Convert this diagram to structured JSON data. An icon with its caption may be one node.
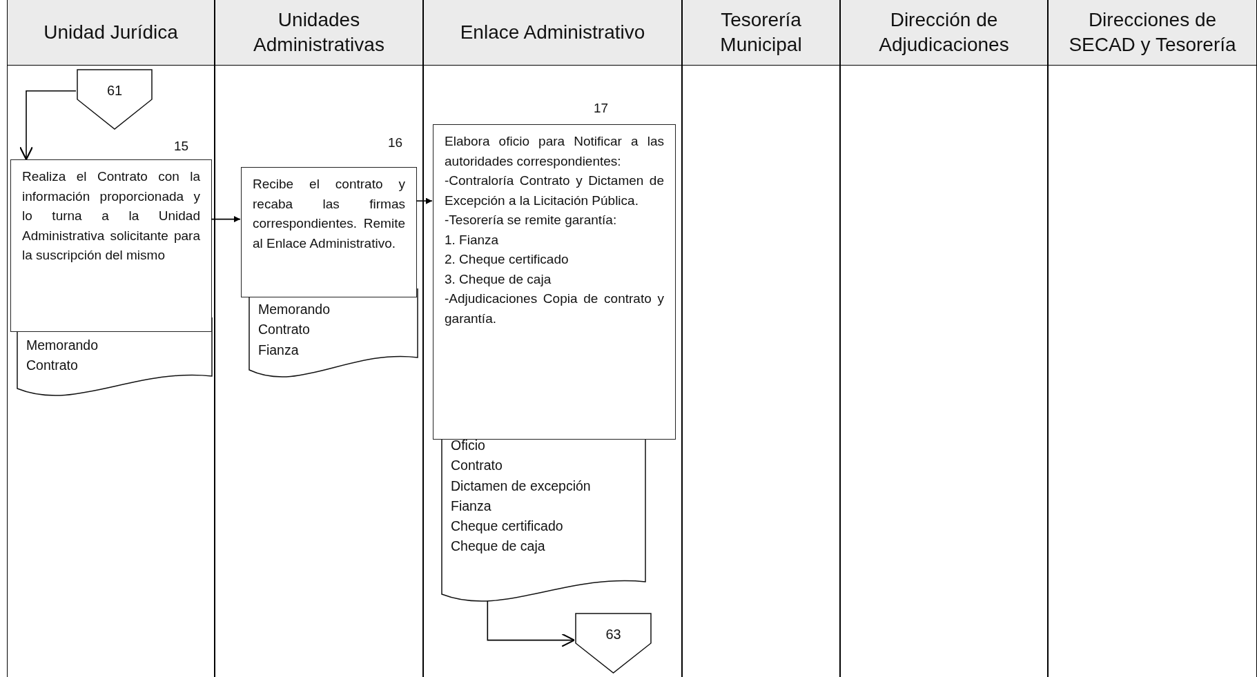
{
  "diagram": {
    "nodes": [
      {
        "text": [
          "Unidad Jurídica"
        ]
      },
      {
        "text": [
          "Unidades Administrativas"
        ]
      },
      {
        "text": [
          "Enlace Administrativo"
        ]
      },
      {
        "text": [
          "Tesorería Municipal"
        ]
      },
      {
        "text": [
          "Dirección de Adjudicaciones"
        ]
      },
      {
        "text": [
          "Direcciones de SECAD y Tesorería"
        ]
      },
      {
        "text": [
          "61"
        ],
        "in": 0
      },
      {
        "text": [
          "Realiza el Contrato con la información proporcionada y lo turna a la Unidad Administrativa solicitante para la suscripción del mismo"
        ],
        "beside": [
          "15"
        ],
        "in": 0
      },
      {
        "text": [
          "Memorando",
          "Contrato"
        ],
        "in": 0
      },
      {
        "text": [
          "Recibe el contrato y recaba las firmas correspondientes. Remite al Enlace Administrativo."
        ],
        "beside": [
          "16"
        ],
        "in": 1
      },
      {
        "text": [
          "Memorando",
          "Contrato",
          "Fianza"
        ],
        "in": 1
      },
      {
        "text": [
          "Elabora oficio para Notificar a las autoridades correspondientes:",
          "-Contraloría Contrato y Dictamen de Excepción a la Licitación Pública.",
          "-Tesorería se remite garantía:",
          "1. Fianza",
          "2. Cheque certificado",
          "3. Cheque de caja",
          "-Adjudicaciones Copia de contrato y garantía."
        ],
        "beside": [
          "17"
        ],
        "in": 2
      },
      {
        "text": [
          "Oficio",
          "Contrato",
          "Dictamen de excepción",
          "Fianza",
          "Cheque certificado",
          "Cheque de caja"
        ],
        "in": 2
      },
      {
        "text": [
          "63"
        ],
        "in": 2
      }
    ],
    "edges": [
      {
        "from": 6,
        "to": 7,
        "arrow": "to"
      },
      {
        "from": 7,
        "to": 9,
        "arrow": "to"
      },
      {
        "from": 9,
        "to": 11,
        "arrow": "to"
      },
      {
        "from": 12,
        "to": 13,
        "arrow": "to"
      }
    ]
  }
}
